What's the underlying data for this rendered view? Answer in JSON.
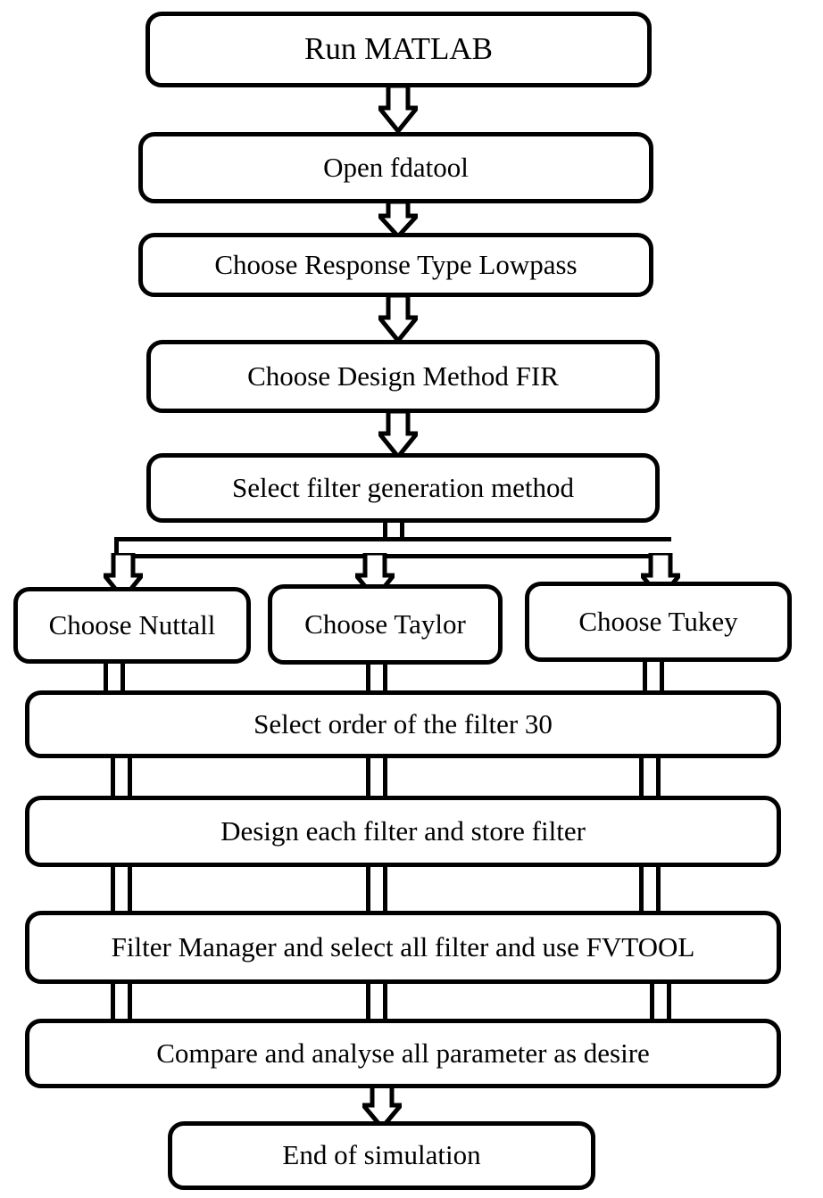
{
  "diagram": {
    "title": "MATLAB FIR filter design simulation flowchart",
    "line_color": "#000000",
    "fill_color": "#ffffff",
    "nodes": [
      {
        "id": "run-matlab",
        "label": "Run MATLAB"
      },
      {
        "id": "open-fdatool",
        "label": "Open fdatool"
      },
      {
        "id": "response-type",
        "label": "Choose Response Type Lowpass"
      },
      {
        "id": "design-method",
        "label": "Choose Design Method FIR"
      },
      {
        "id": "generation-method",
        "label": "Select filter generation method"
      },
      {
        "id": "choose-nuttall",
        "label": "Choose Nuttall"
      },
      {
        "id": "choose-taylor",
        "label": "Choose Taylor"
      },
      {
        "id": "choose-tukey",
        "label": "Choose Tukey"
      },
      {
        "id": "filter-order",
        "label": "Select order of the filter 30"
      },
      {
        "id": "design-store",
        "label": "Design each filter and store filter"
      },
      {
        "id": "filter-manager",
        "label": "Filter Manager and select all filter and use FVTOOL"
      },
      {
        "id": "compare-analyse",
        "label": "Compare and analyse all parameter as desire"
      },
      {
        "id": "end-simulation",
        "label": "End of simulation"
      }
    ],
    "connectors": [
      {
        "id": "arrow-run-to-open",
        "type": "block-arrow-down"
      },
      {
        "id": "arrow-open-to-response",
        "type": "block-arrow-down"
      },
      {
        "id": "arrow-response-to-design",
        "type": "block-arrow-down"
      },
      {
        "id": "arrow-design-to-generation",
        "type": "block-arrow-down"
      },
      {
        "id": "bar-generation-to-bus",
        "type": "hollow-bar-vertical"
      },
      {
        "id": "bus-split",
        "type": "hollow-bus-horizontal"
      },
      {
        "id": "arrow-bus-to-nuttall",
        "type": "block-arrow-down"
      },
      {
        "id": "arrow-bus-to-taylor",
        "type": "block-arrow-down"
      },
      {
        "id": "arrow-bus-to-tukey",
        "type": "block-arrow-down"
      },
      {
        "id": "bar-nuttall-to-order",
        "type": "hollow-bar-vertical"
      },
      {
        "id": "bar-taylor-to-order",
        "type": "hollow-bar-vertical"
      },
      {
        "id": "bar-tukey-to-order",
        "type": "hollow-bar-vertical"
      },
      {
        "id": "bar-order-to-design-left",
        "type": "hollow-bar-vertical"
      },
      {
        "id": "bar-order-to-design-mid",
        "type": "hollow-bar-vertical"
      },
      {
        "id": "bar-order-to-design-right",
        "type": "hollow-bar-vertical"
      },
      {
        "id": "bar-design-to-manager-left",
        "type": "hollow-bar-vertical"
      },
      {
        "id": "bar-design-to-manager-mid",
        "type": "hollow-bar-vertical"
      },
      {
        "id": "bar-design-to-manager-right",
        "type": "hollow-bar-vertical"
      },
      {
        "id": "bar-manager-to-compare-left",
        "type": "hollow-bar-vertical"
      },
      {
        "id": "bar-manager-to-compare-mid",
        "type": "hollow-bar-vertical"
      },
      {
        "id": "bar-manager-to-compare-right",
        "type": "hollow-bar-vertical"
      },
      {
        "id": "arrow-compare-to-end",
        "type": "block-arrow-down"
      }
    ]
  }
}
